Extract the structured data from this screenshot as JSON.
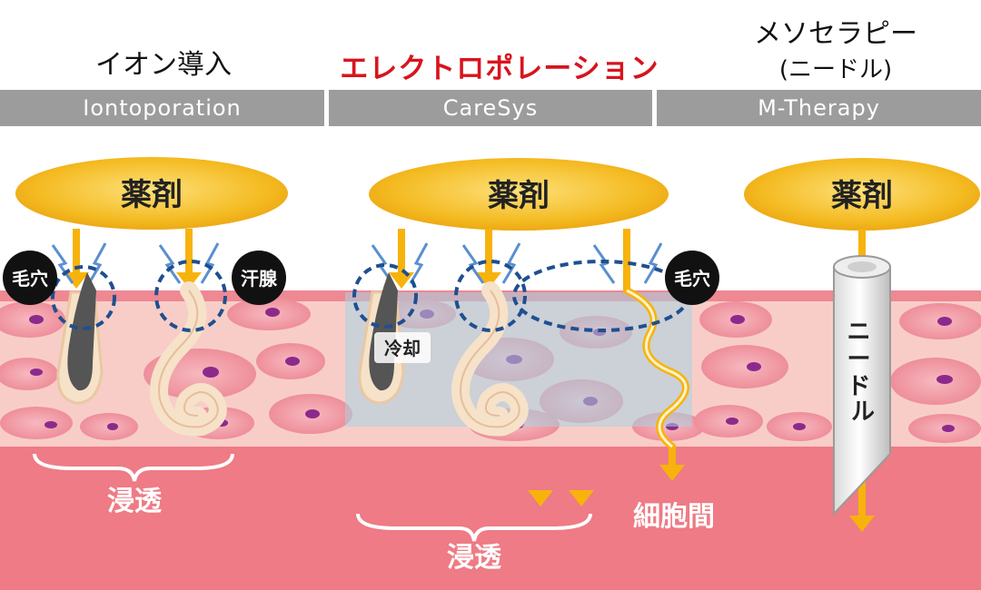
{
  "columns": [
    {
      "title": "イオン導入",
      "subtitle": "",
      "bar": "Iontoporation"
    },
    {
      "title": "エレクトロポレーション",
      "subtitle": "",
      "bar": "CareSys"
    },
    {
      "title": "メソセラピー",
      "subtitle": "(ニードル)",
      "bar": "M-Therapy"
    }
  ],
  "labels": {
    "drug": "薬剤",
    "pore": "毛穴",
    "sweat_gland": "汗腺",
    "cooling": "冷却",
    "needle": "ニードル",
    "penetration": "浸透",
    "intercellular": "細胞間"
  },
  "colors": {
    "title_accent": "#d8141e",
    "bar_gray": "#9c9c9c",
    "drug_gold": "#f2b51d",
    "arrow_gold": "#f7b30c",
    "skin_upper": "#f8cdc8",
    "skin_lower": "#ee7b85",
    "cell": "#ee8d98",
    "nucleus": "#8c2a8c",
    "pore_dash": "#1f4f8f",
    "cool_zone": "#a8d4e4"
  }
}
